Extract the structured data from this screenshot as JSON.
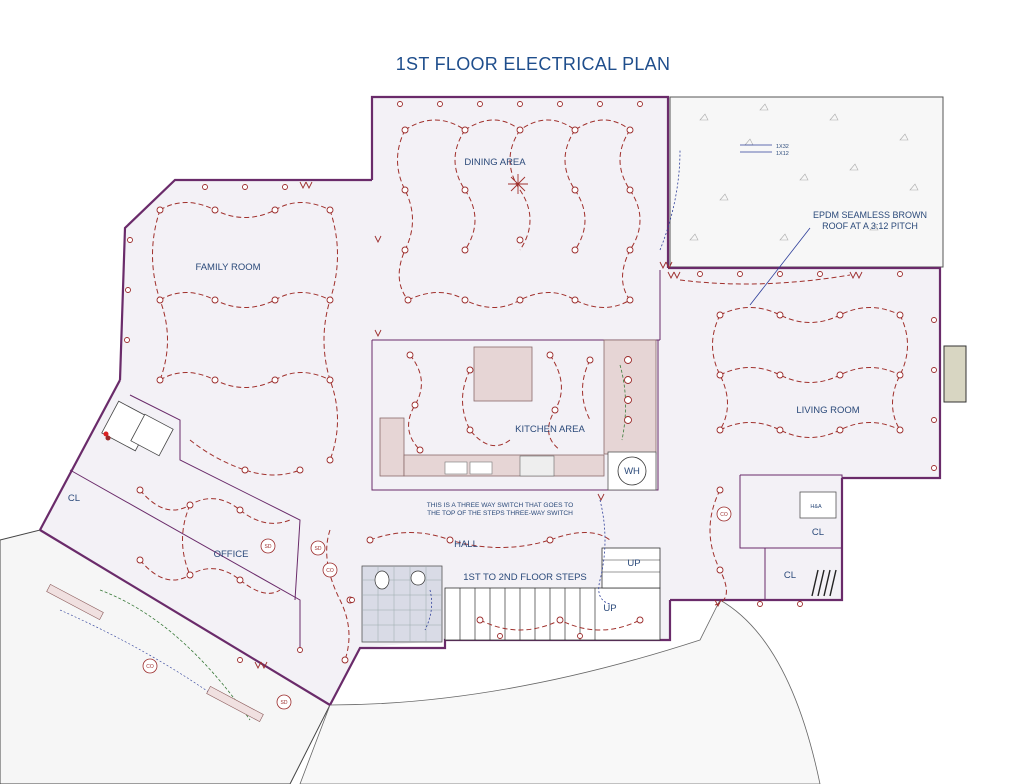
{
  "title": "1ST FLOOR ELECTRICAL PLAN",
  "rooms": {
    "dining": "DINING AREA",
    "family": "FAMILY ROOM",
    "kitchen": "KITCHEN AREA",
    "living": "LIVING ROOM",
    "office": "OFFICE",
    "hall": "HALL",
    "steps": "1ST TO 2ND FLOOR STEPS",
    "closet": "CL",
    "water_heater": "WH",
    "hvac": "H&A"
  },
  "notes": {
    "roof_line1": "EPDM SEAMLESS BROWN",
    "roof_line2": "ROOF AT A 3:12 PITCH",
    "switch_line1": "THIS IS A THREE WAY SWITCH THAT GOES TO",
    "switch_line2": "THE TOP OF THE STEPS THREE-WAY SWITCH",
    "lumber1": "1X32",
    "lumber2": "1X12",
    "stair_up": "UP"
  },
  "symbols": {
    "smoke_detector": "SD",
    "co_detector": "CO"
  },
  "colors": {
    "title": "#1f4e8c",
    "wall": "#6a2b6a",
    "wiring": "#a0302c",
    "label": "#2b4a7a"
  }
}
